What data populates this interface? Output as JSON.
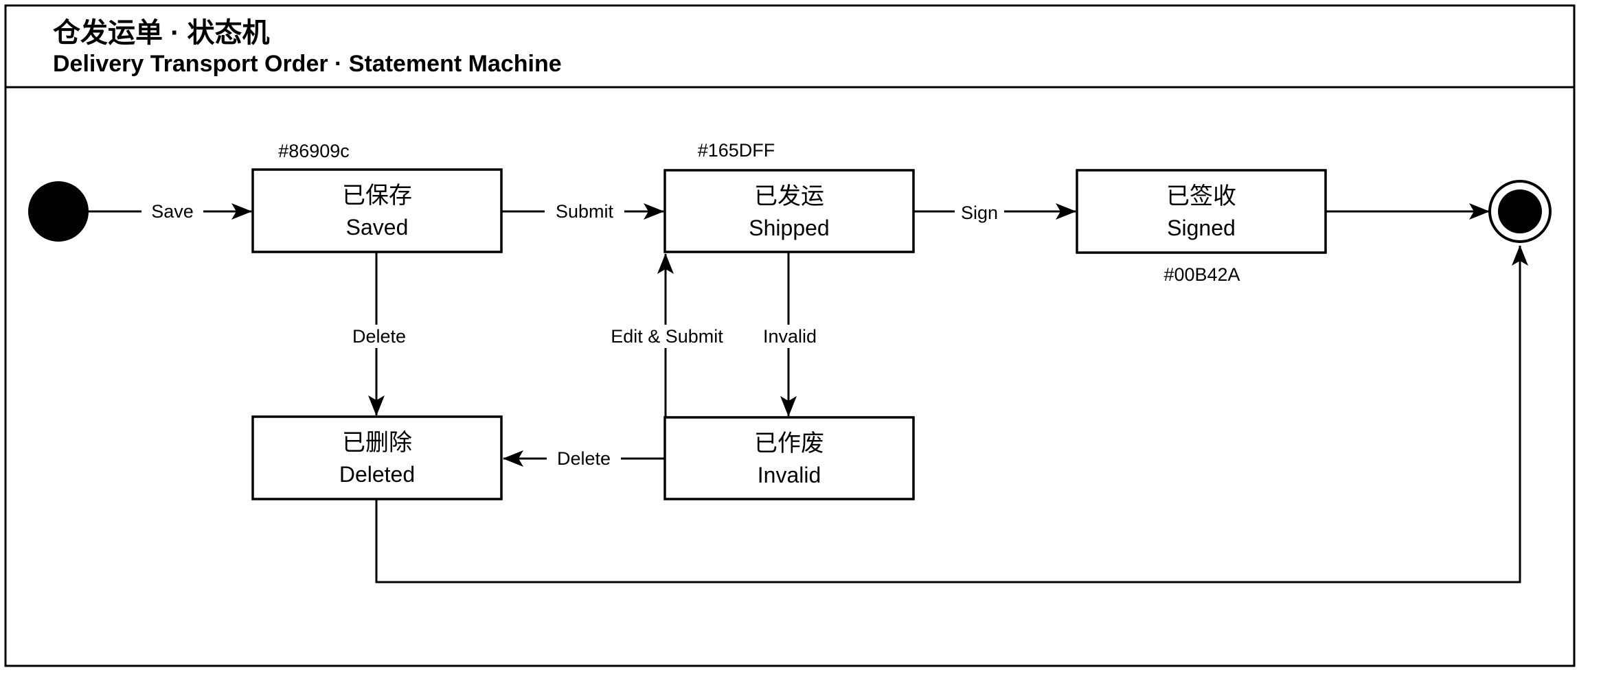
{
  "title": {
    "zh": "仓发运单 · 状态机",
    "en": "Delivery Transport Order · Statement Machine"
  },
  "states": {
    "saved": {
      "label_zh": "已保存",
      "label_en": "Saved",
      "color_label": "#86909c"
    },
    "shipped": {
      "label_zh": "已发运",
      "label_en": "Shipped",
      "color_label": "#165DFF"
    },
    "signed": {
      "label_zh": "已签收",
      "label_en": "Signed",
      "color_label": "#00B42A"
    },
    "deleted": {
      "label_zh": "已删除",
      "label_en": "Deleted"
    },
    "invalid": {
      "label_zh": "已作废",
      "label_en": "Invalid"
    }
  },
  "transitions": {
    "save": "Save",
    "submit": "Submit",
    "sign": "Sign",
    "delete_from_saved": "Delete",
    "edit_and_submit": "Edit & Submit",
    "invalidate": "Invalid",
    "delete_from_invalid": "Delete"
  },
  "colors": {
    "ink": "#000000",
    "background": "#ffffff"
  }
}
